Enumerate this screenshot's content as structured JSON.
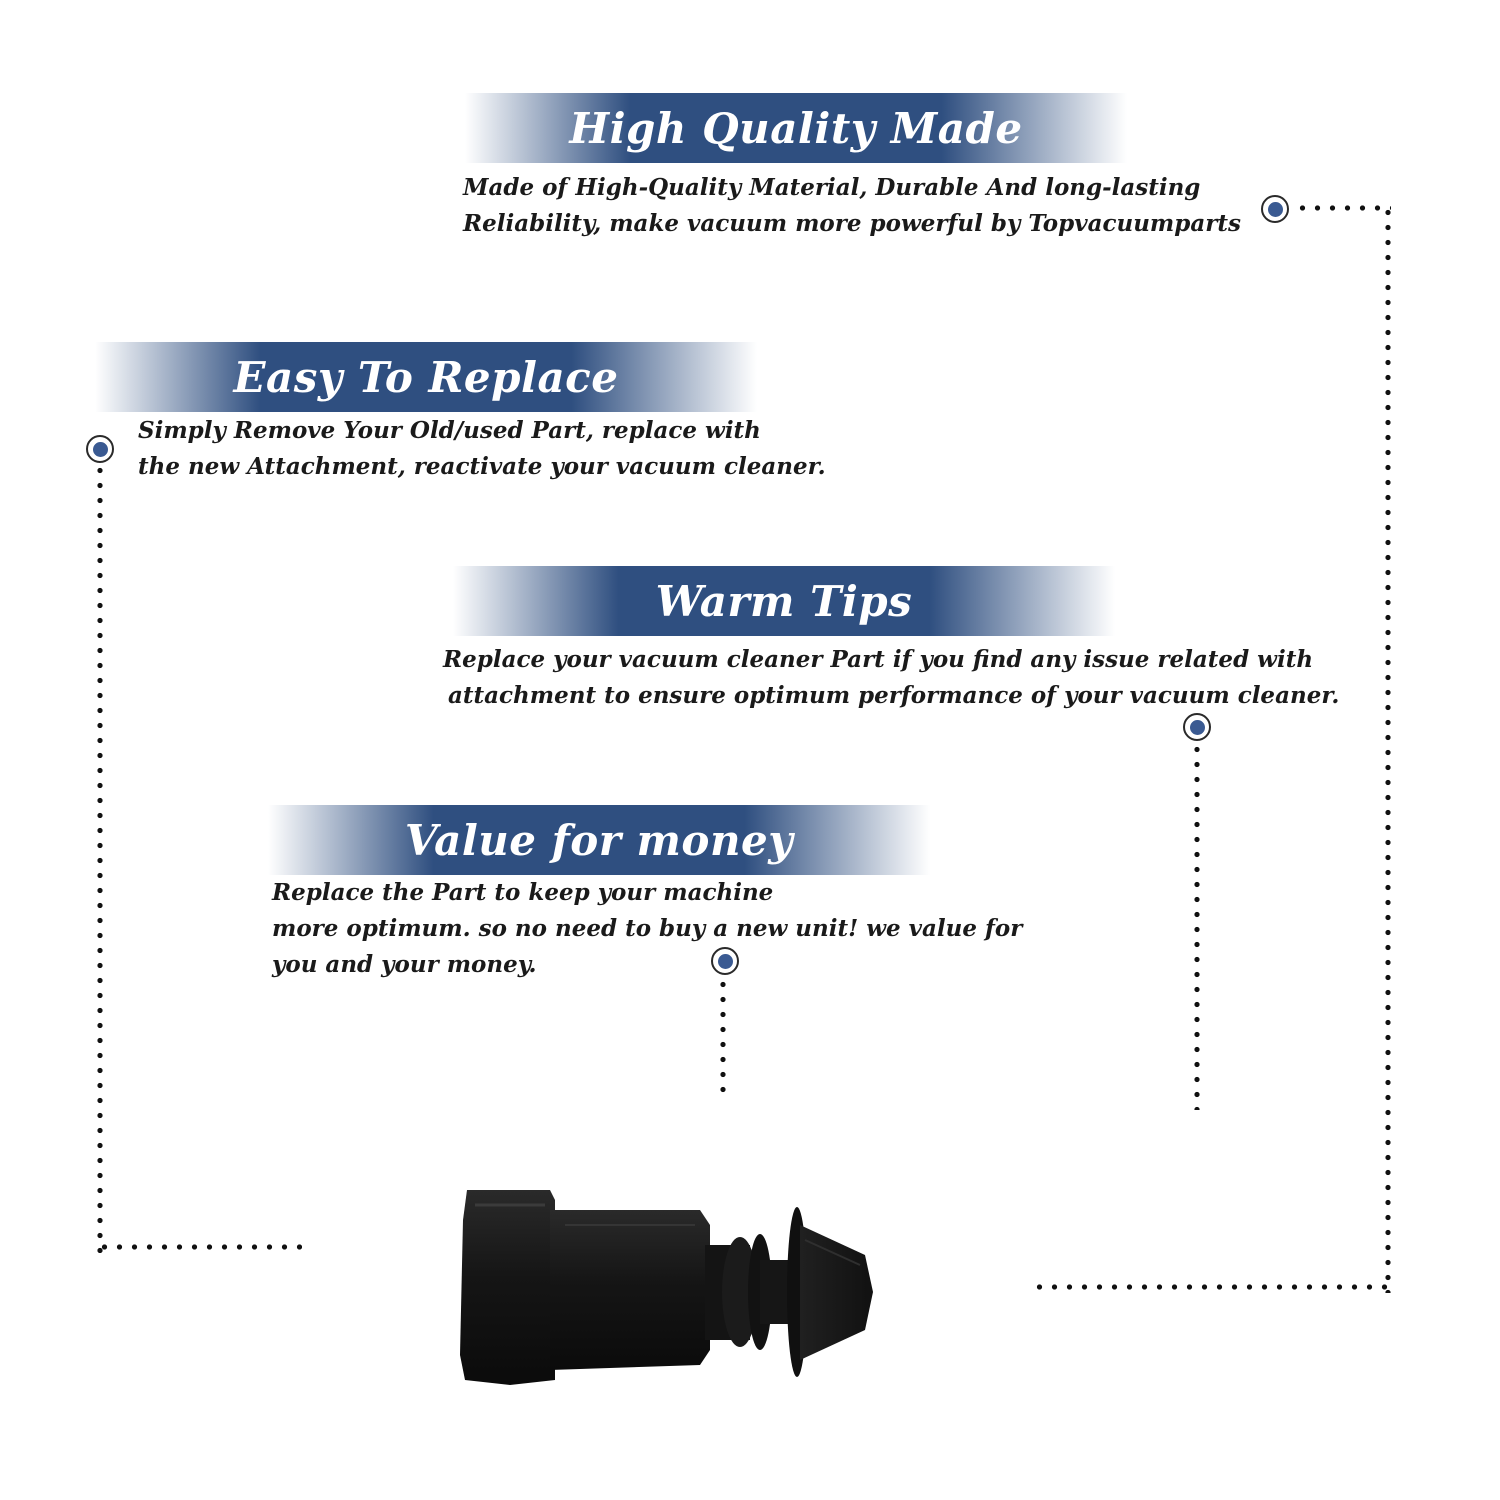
{
  "colors": {
    "banner": "#2f4f80",
    "marker_fill": "#3a5a92",
    "text": "#1a1a1a",
    "product": "#151515"
  },
  "features": [
    {
      "title": "High Quality Made",
      "lines": [
        "Made of  High-Quality Material, Durable And long-lasting",
        "Reliability, make vacuum more powerful by Topvacuumparts"
      ]
    },
    {
      "title": "Easy To Replace",
      "lines": [
        "Simply Remove Your Old/used Part, replace with",
        "the new Attachment, reactivate your vacuum cleaner."
      ]
    },
    {
      "title": "Warm Tips",
      "lines": [
        "Replace your vacuum cleaner Part if you find any issue related with",
        "attachment to ensure optimum performance of your vacuum cleaner."
      ]
    },
    {
      "title": "Value for money",
      "lines": [
        "Replace the Part to keep your machine",
        "more optimum. so no need to buy a new unit! we value for",
        "you and your money."
      ]
    }
  ],
  "icons": {
    "marker": "dot-marker-icon",
    "product": "vacuum-attachment-part-image"
  }
}
